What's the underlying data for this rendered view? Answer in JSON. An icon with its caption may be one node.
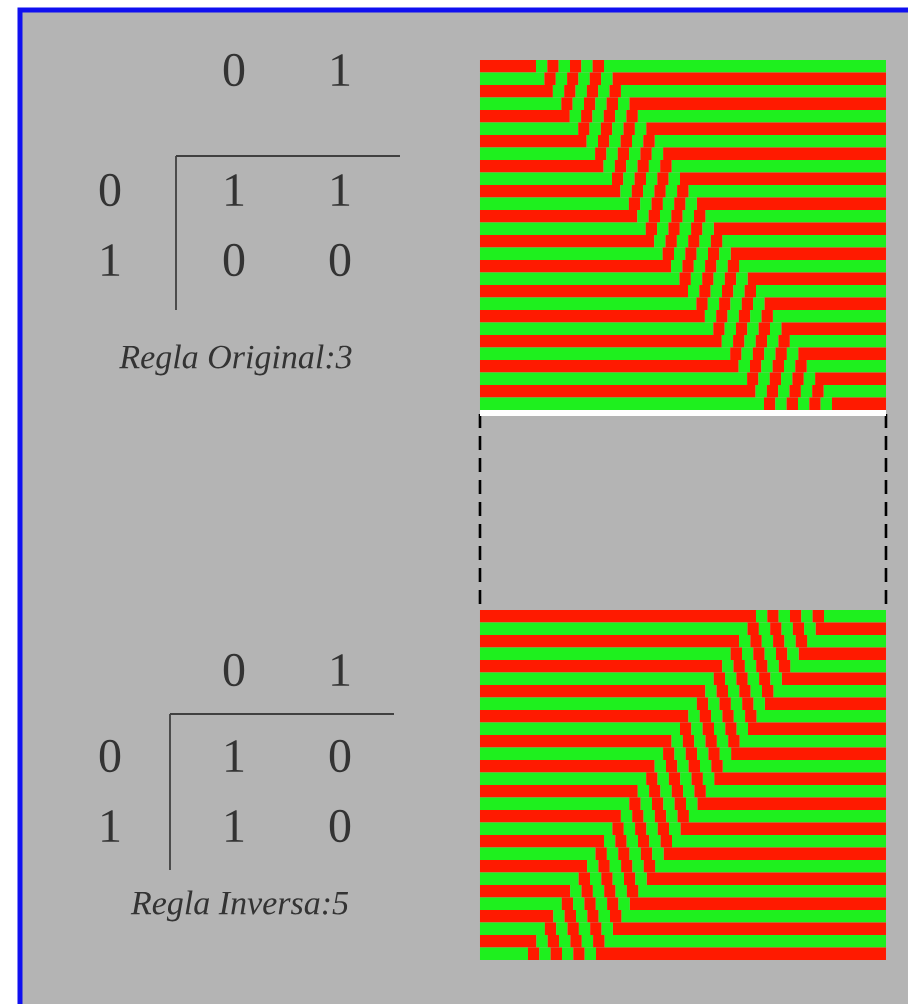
{
  "diagram": {
    "labels": [
      "0",
      "1",
      "0",
      "1",
      "1",
      "1",
      "0",
      "0",
      "Regla Original:3",
      "0",
      "1",
      "0",
      "1",
      "0",
      "1",
      "1",
      "0",
      "Regla Inversa:5"
    ]
  }
}
